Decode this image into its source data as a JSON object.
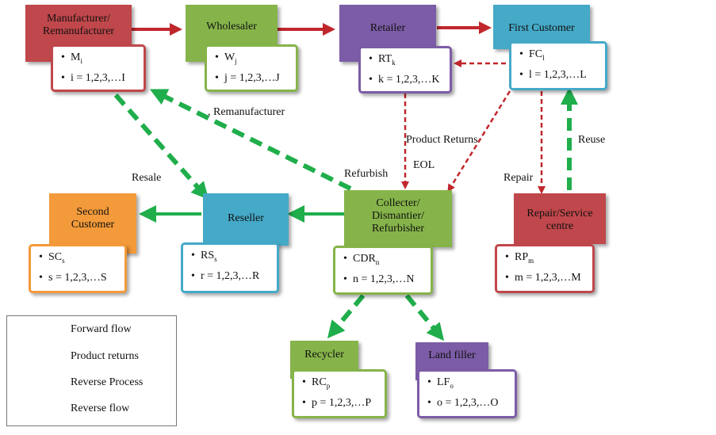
{
  "colors": {
    "forward": "#c0272d",
    "reverse": "#1fae4b",
    "red_box": "#c0474b",
    "green_box": "#86b44a",
    "purple_box": "#7c5ca6",
    "blue_box": "#45a9c8",
    "orange_box": "#f39a3a"
  },
  "nodes": {
    "manufacturer": {
      "title": "Manufacturer/\nRemanufacturer",
      "sym": "M",
      "sub": "i",
      "range": "i = 1,2,3,…I"
    },
    "wholesaler": {
      "title": "Wholesaler",
      "sym": "W",
      "sub": "j",
      "range": "j = 1,2,3,…J"
    },
    "retailer": {
      "title": "Retailer",
      "sym": "RT",
      "sub": "k",
      "range": "k = 1,2,3,…K"
    },
    "first_customer": {
      "title": "First Customer",
      "sym": "FC",
      "sub": "l",
      "range": "l = 1,2,3,…L"
    },
    "second_customer": {
      "title": "Second\nCustomer",
      "sym": "SC",
      "sub": "s",
      "range": "s = 1,2,3,…S"
    },
    "reseller": {
      "title": "Reseller",
      "sym": "RS",
      "sub": "s",
      "range": "r = 1,2,3,…R"
    },
    "collector": {
      "title": "Collecter/\nDismantier/\nRefurbisher",
      "sym": "CDR",
      "sub": "n",
      "range": "n = 1,2,3,…N"
    },
    "repair": {
      "title": "Repair/Service\ncentre",
      "sym": "RP",
      "sub": "m",
      "range": "m = 1,2,3,…M"
    },
    "recycler": {
      "title": "Recycler",
      "sym": "RC",
      "sub": "p",
      "range": "p = 1,2,3,…P"
    },
    "landfiller": {
      "title": "Land filler",
      "sym": "LF",
      "sub": "o",
      "range": "o = 1,2,3,…O"
    }
  },
  "edge_labels": {
    "remanufacturer": "Remanufacturer",
    "product_returns": "Product Returns",
    "eol": "EOL",
    "resale": "Resale",
    "refurbish": "Refurbish",
    "repair": "Repair",
    "reuse": "Reuse"
  },
  "legend": {
    "forward_flow": "Forward flow",
    "product_returns": "Product returns",
    "reverse_process": "Reverse Process",
    "reverse_flow": "Reverse flow"
  }
}
